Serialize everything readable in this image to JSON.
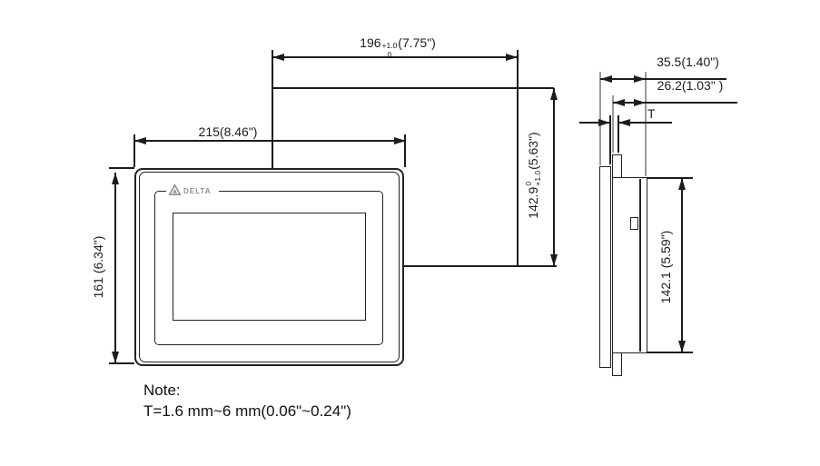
{
  "drawing": {
    "brand": "DELTA",
    "dimensions": {
      "front_width": "215(8.46\")",
      "cutout_width": {
        "value": "196",
        "tol_upper": "+1.0",
        "tol_lower": "0",
        "inches": "(7.75\")"
      },
      "front_height": "161 (6.34\")",
      "cutout_height": {
        "value": "142.9",
        "tol_upper": "+1.0",
        "tol_lower": "0",
        "inches": "(5.63\")"
      },
      "depth_total": "35.5(1.40\")",
      "mount_depth": "26.2(1.03\" )",
      "panel_thickness_label": "T",
      "body_height": "142.1 (5.59\")"
    },
    "note": {
      "title": "Note:",
      "body": "T=1.6 mm~6 mm(0.06\"~0.24\")"
    }
  }
}
